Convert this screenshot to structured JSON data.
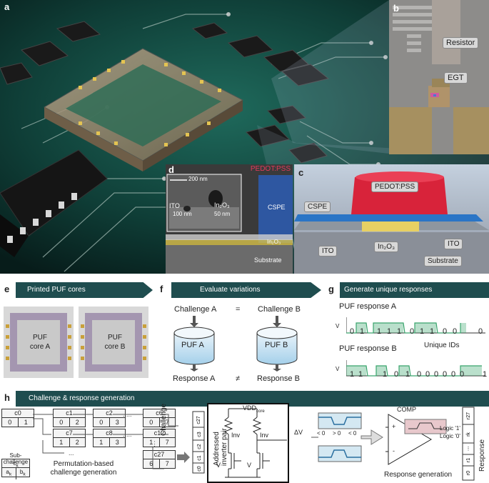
{
  "panels": {
    "a": {
      "label": "a"
    },
    "b": {
      "label": "b",
      "resistor": "Resistor",
      "egt": "EGT"
    },
    "c": {
      "label": "c",
      "pedot": "PEDOT:PSS",
      "cspe": "CSPE",
      "ito_left": "ITO",
      "in2o3": "In₂O₃",
      "ito_right": "ITO",
      "substrate": "Substrate"
    },
    "d": {
      "label": "d",
      "pedot": "PEDOT:PSS",
      "scale": "200 nm",
      "ito": "ITO",
      "in2o3": "In₂O₃",
      "ito_thick": "100 nm",
      "in2o3_thick": "50 nm",
      "cspe": "CSPE",
      "in2o3_layer": "In₂O₃",
      "substrate": "Substrate"
    },
    "e": {
      "label": "e",
      "title": "Printed PUF cores",
      "coreA": "PUF core A",
      "coreB": "PUF core B"
    },
    "f": {
      "label": "f",
      "title": "Evaluate variations",
      "challengeA": "Challenge A",
      "eq": "=",
      "challengeB": "Challenge B",
      "pufA": "PUF A",
      "pufB": "PUF B",
      "responseA": "Response A",
      "neq": "≠",
      "responseB": "Response B"
    },
    "g": {
      "label": "g",
      "title": "Generate unique responses",
      "respA": "PUF response A",
      "respB": "PUF response B",
      "unique": "Unique IDs",
      "vlogic": "V",
      "bitsA": [
        "0",
        "1",
        "1",
        "1",
        "1",
        "0",
        "1",
        "1",
        "0",
        "0",
        "0"
      ],
      "bitsB": [
        "1",
        "1",
        "1",
        "0",
        "1",
        "0",
        "0",
        "0",
        "0",
        "0",
        "0",
        "1"
      ]
    },
    "h": {
      "label": "h",
      "title": "Challenge & response generation",
      "subchallenge": "Sub-challenge",
      "permutation": "Permutation-based challenge generation",
      "challenge": "Challenge",
      "pair": "Addressed inverter pair",
      "vdd": "VDD",
      "vdd_sub": "core",
      "inv_a": "Inv",
      "inv_b": "Inv",
      "vin": "V",
      "dvout": "ΔV",
      "comp": "COMP",
      "plus": "+",
      "minus": "-",
      "logic1": "Logic '1'",
      "logic0": "Logic '0'",
      "ltz": "< 0",
      "gtz": "> 0",
      "ltz2": "< 0",
      "respgen": "Response generation",
      "response": "Response",
      "cells": [
        {
          "name": "c0",
          "a": "0",
          "b": "1"
        },
        {
          "name": "c1",
          "a": "0",
          "b": "2"
        },
        {
          "name": "c2",
          "a": "0",
          "b": "3"
        },
        {
          "name": "c6",
          "a": "0",
          "b": "7"
        },
        {
          "name": "c7",
          "a": "1",
          "b": "2"
        },
        {
          "name": "c8",
          "a": "1",
          "b": "3"
        },
        {
          "name": "c12",
          "a": "1",
          "b": "7"
        },
        {
          "name": "c27",
          "a": "6",
          "b": "7"
        }
      ]
    }
  },
  "colors": {
    "banner": "#1f4d4f",
    "pcb": "#0f3a35",
    "gold": "#d3a93a",
    "pedot": "#d8233a",
    "cspe": "#2f7fd0",
    "green": "#3aa56d"
  }
}
